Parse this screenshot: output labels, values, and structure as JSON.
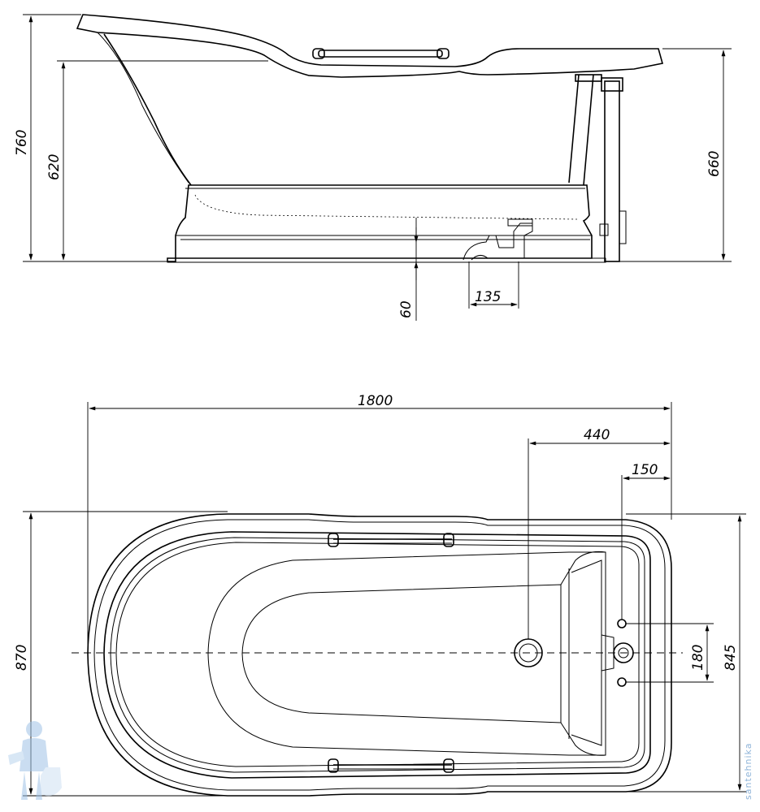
{
  "dimensions": {
    "side_height_total": "760",
    "side_height_rim": "620",
    "side_height_right": "660",
    "drain_height": "60",
    "drain_offset": "135",
    "length": "1800",
    "drain_from_end": "440",
    "tap_from_end": "150",
    "tap_spacing": "180",
    "inner_width": "845",
    "width": "870"
  },
  "watermark": "santehnika",
  "colors": {
    "line": "#000000",
    "watermark": "#8fb4d9"
  }
}
